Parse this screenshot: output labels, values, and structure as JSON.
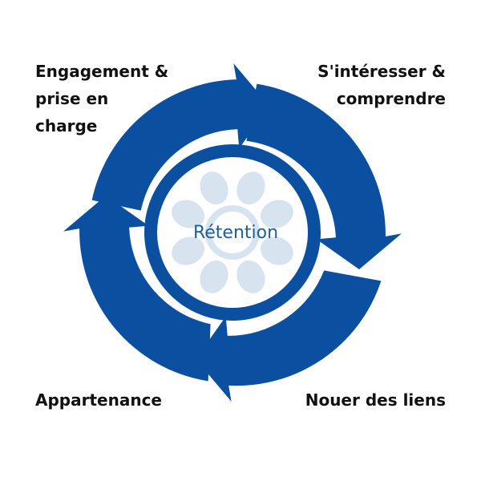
{
  "center": {
    "label": "Rétention"
  },
  "stages": [
    {
      "id": "top-left",
      "label": "Engagement &\nprise en\ncharge"
    },
    {
      "id": "top-right",
      "label": "S'intéresser &\ncomprendre"
    },
    {
      "id": "bottom-right",
      "label": "Nouer des liens"
    },
    {
      "id": "bottom-left",
      "label": "Appartenance"
    }
  ],
  "colors": {
    "arrow": "#0A4FA0",
    "center_text": "#1F5E9E",
    "wheel": "#D8E3F0",
    "label_text": "#111111"
  }
}
